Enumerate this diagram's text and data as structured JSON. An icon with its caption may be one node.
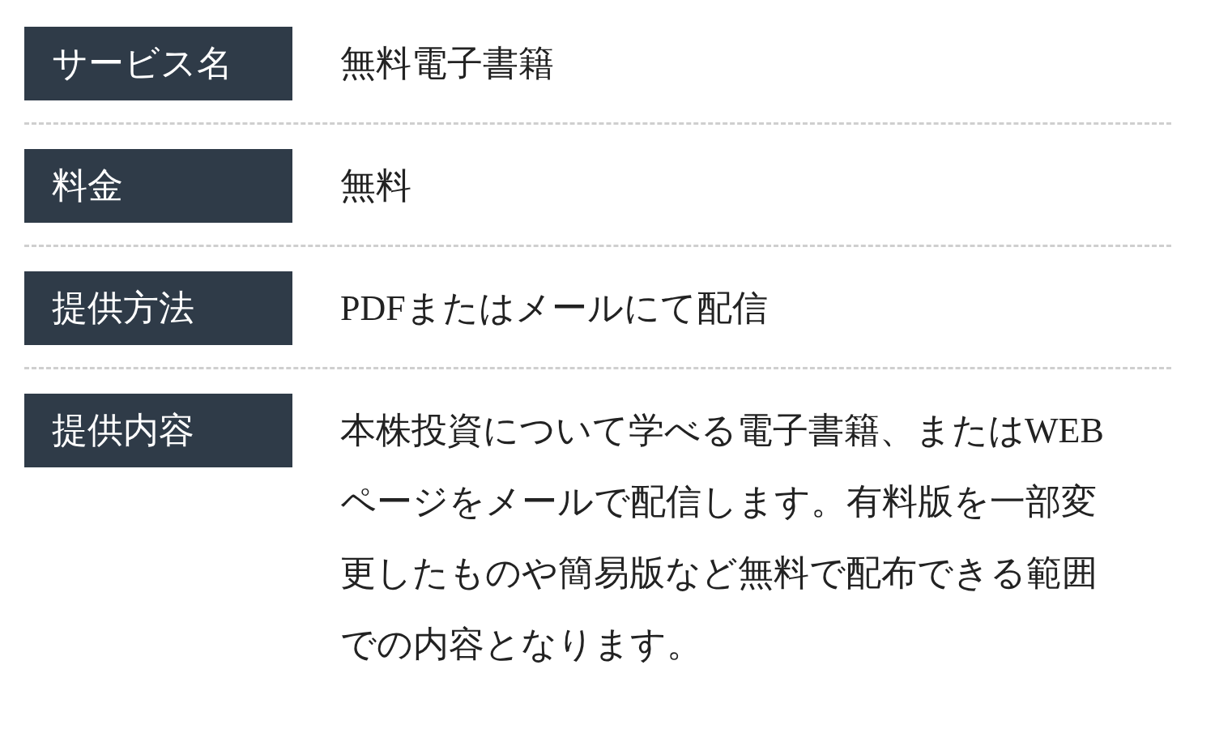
{
  "diagram": {
    "labels": [
      "サービス名",
      "無料電子書籍",
      "料金",
      "無料",
      "提供方法",
      "PDFまたはメールにて配信",
      "提供内容",
      "本株投資について学べる電子書籍、またはWEBページをメールで配信します。有料版を一部変更したものや簡易版など無料で配布できる範囲での内容となります。"
    ]
  }
}
